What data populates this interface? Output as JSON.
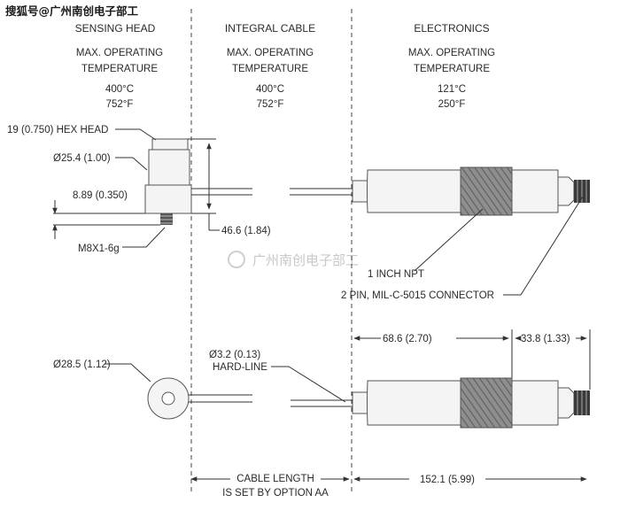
{
  "watermark_top": "搜狐号@广州南创电子部工",
  "watermark_center": "广州南创电子部工",
  "columns": [
    {
      "title": "SENSING HEAD",
      "temp_label_1": "MAX. OPERATING",
      "temp_label_2": "TEMPERATURE",
      "temp_c": "400°C",
      "temp_f": "752°F"
    },
    {
      "title": "INTEGRAL CABLE",
      "temp_label_1": "MAX. OPERATING",
      "temp_label_2": "TEMPERATURE",
      "temp_c": "400°C",
      "temp_f": "752°F"
    },
    {
      "title": "ELECTRONICS",
      "temp_label_1": "MAX. OPERATING",
      "temp_label_2": "TEMPERATURE",
      "temp_c": "121°C",
      "temp_f": "250°F"
    }
  ],
  "dimensions": {
    "hex_head": "19 (0.750) HEX HEAD",
    "head_diameter": "Ø25.4 (1.00)",
    "head_thickness": "8.89 (0.350)",
    "thread": "M8X1-6g",
    "head_height": "46.6 (1.84)",
    "npt": "1 INCH  NPT",
    "connector": "2 PIN, MIL-C-5015 CONNECTOR",
    "top_diameter": "Ø28.5 (1.12)",
    "cable_diameter": "Ø3.2 (0.13)",
    "cable_type": "HARD-LINE",
    "body_length": "68.6 (2.70)",
    "connector_length": "33.8 (1.33)",
    "cable_length_1": "CABLE LENGTH",
    "cable_length_2": "IS SET BY OPTION AA",
    "total_length": "152.1 (5.99)"
  }
}
